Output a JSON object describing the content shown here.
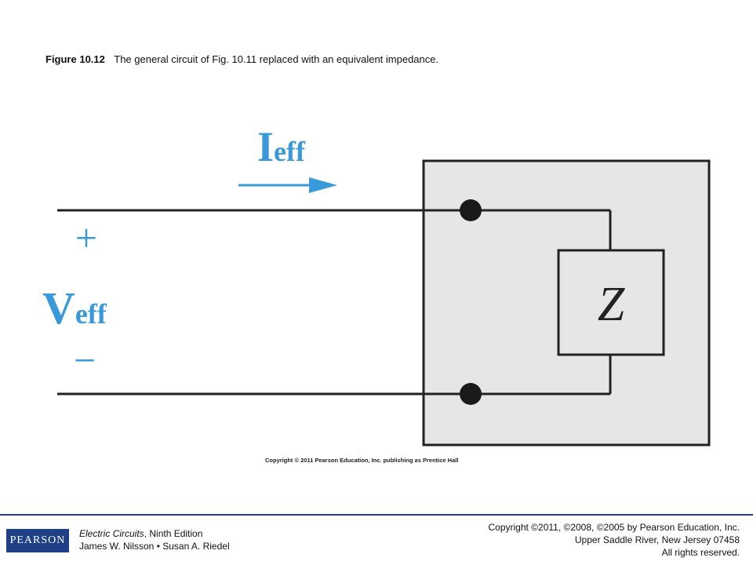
{
  "caption": {
    "figure_number": "Figure 10.12",
    "text": "The general circuit of Fig. 10.11 replaced with an equivalent impedance."
  },
  "diagram": {
    "current_symbol": "I",
    "current_subscript": "eff",
    "voltage_symbol": "V",
    "voltage_subscript": "eff",
    "plus_sign": "+",
    "minus_sign": "−",
    "impedance_label": "Z",
    "label_color": "#3a9ad9",
    "box_fill": "#e6e6e6",
    "wire_color": "#222222",
    "copyright": "Copyright © 2011 Pearson Education, Inc. publishing as Prentice Hall"
  },
  "footer": {
    "logo_text": "PEARSON",
    "book_title": "Electric Circuits",
    "book_edition": ", Ninth Edition",
    "authors": "James W. Nilsson • Susan A. Riedel",
    "copyright_line1": "Copyright ©2011, ©2008, ©2005 by Pearson Education, Inc.",
    "copyright_line2": "Upper Saddle River, New Jersey 07458",
    "copyright_line3": "All rights reserved.",
    "accent_color": "#1f3f87"
  }
}
